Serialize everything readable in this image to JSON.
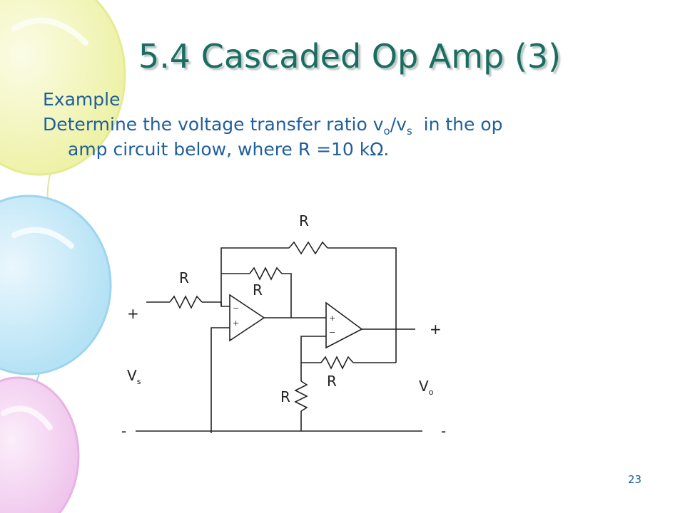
{
  "slide": {
    "title": "5.4 Cascaded Op Amp (3)",
    "example_label": "Example",
    "problem_part1": "Determine the voltage transfer ratio v",
    "vo_sub": "o",
    "slash": "/v",
    "vs_sub": "s",
    "problem_part2": "  in the op",
    "problem_line2": "amp circuit below, where R =10 kΩ.",
    "page_number": "23"
  },
  "circuit": {
    "label_r_top": "R",
    "label_r_input": "R",
    "label_r_feedback1": "R",
    "label_r_feedback2": "R",
    "label_r_ground": "R",
    "plus_in": "+",
    "minus_in": "-",
    "plus_out": "+",
    "minus_out": "-",
    "vs_main": "V",
    "vs_sub": "s",
    "vo_main": "V",
    "vo_sub": "o",
    "opamp1_minus": "−",
    "opamp1_plus": "+",
    "opamp2_plus": "+",
    "opamp2_minus": "−"
  },
  "colors": {
    "title": "#1b6d61",
    "body_text": "#1f5f9b",
    "wire": "#222222"
  }
}
